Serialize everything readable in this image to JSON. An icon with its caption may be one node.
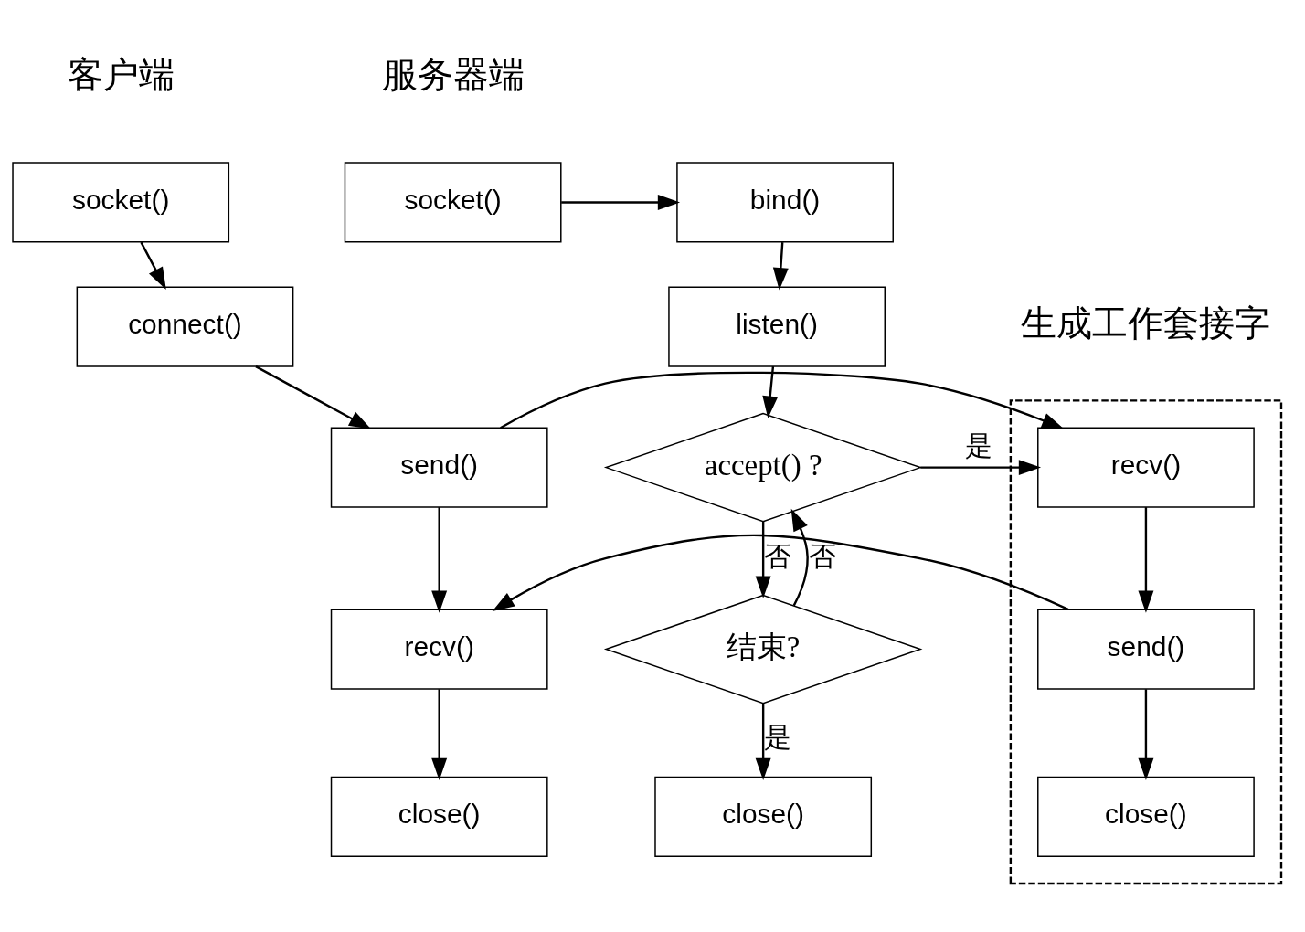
{
  "diagram": {
    "nodes": [
      {
        "text": [
          "socket()"
        ]
      },
      {
        "text": [
          "connect()"
        ]
      },
      {
        "text": [
          "send()"
        ]
      },
      {
        "text": [
          "recv()"
        ]
      },
      {
        "text": [
          "close()"
        ]
      },
      {
        "text": [],
        "shape": "box"
      },
      {
        "text": [
          "recv()"
        ],
        "in": 5
      },
      {
        "text": [
          "send()"
        ],
        "in": 5
      },
      {
        "text": [
          "close()"
        ],
        "in": 5
      },
      {
        "text": [
          "socket()"
        ]
      },
      {
        "text": [
          "bind()"
        ]
      },
      {
        "text": [
          "listen()"
        ]
      },
      {
        "text": [
          "accept() ?"
        ]
      },
      {
        "text": [
          "结束?"
        ]
      },
      {
        "text": [
          "close()"
        ]
      }
    ],
    "edges": [
      {
        "from": 0,
        "to": 1,
        "arrow": "to"
      },
      {
        "from": 1,
        "to": 2,
        "arrow": "to"
      },
      {
        "from": 2,
        "to": 3,
        "arrow": "to"
      },
      {
        "from": 3,
        "to": 4,
        "arrow": "to"
      },
      {
        "from": 2,
        "to": 6,
        "arrow": "to"
      },
      {
        "from": 6,
        "to": 7,
        "arrow": "to"
      },
      {
        "from": 7,
        "to": 8,
        "arrow": "to"
      },
      {
        "from": 7,
        "to": 3,
        "arrow": "to"
      },
      {
        "from": 9,
        "to": 10,
        "arrow": "to"
      },
      {
        "from": 10,
        "to": 11,
        "arrow": "to"
      },
      {
        "from": 11,
        "to": 12,
        "arrow": "to"
      },
      {
        "from": 12,
        "to": 6,
        "label": "是",
        "arrow": "to"
      },
      {
        "from": 12,
        "to": 13,
        "label": "否",
        "arrow": "to"
      },
      {
        "from": 13,
        "to": 14,
        "label": "是",
        "arrow": "to"
      },
      {
        "from": 13,
        "to": 12,
        "label": "否",
        "arrow": "to"
      }
    ],
    "labels": [
      "客户端",
      "服务器端",
      "生成工作套接字"
    ]
  }
}
